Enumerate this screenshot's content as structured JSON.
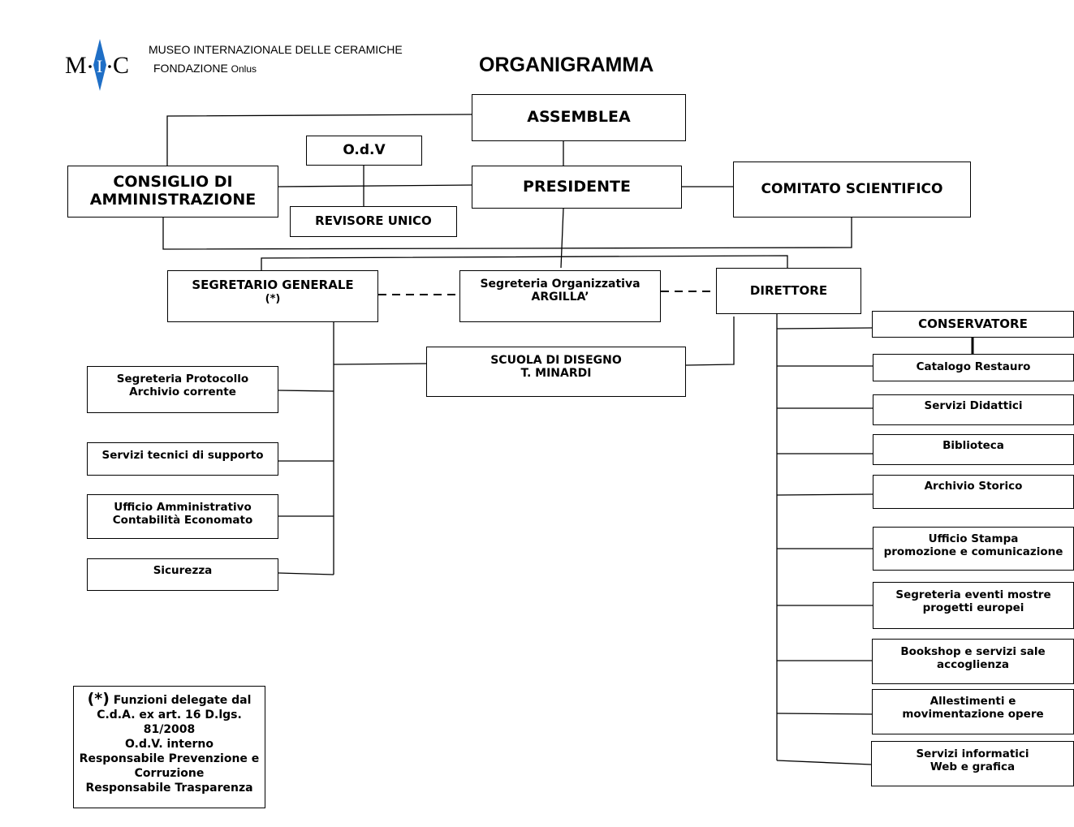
{
  "header": {
    "logo_text": "M·I·C",
    "org_line1": "MUSEO INTERNAZIONALE DELLE CERAMICHE",
    "org_line2": "FONDAZIONE",
    "org_suffix": "Onlus",
    "title": "ORGANIGRAMMA"
  },
  "chart": {
    "assemblea": "ASSEMBLEA",
    "odv": "O.d.V",
    "consiglio": [
      "CONSIGLIO DI",
      "AMMINISTRAZIONE"
    ],
    "presidente": "PRESIDENTE",
    "comitato": "COMITATO SCIENTIFICO",
    "revisore": "REVISORE  UNICO",
    "segretario": [
      "SEGRETARIO  GENERALE",
      "(*)"
    ],
    "segreteria_org": [
      "Segreteria Organizzativa",
      "ARGILLA’"
    ],
    "direttore": "DIRETTORE",
    "scuola": [
      "SCUOLA DI DISEGNO",
      "T. MINARDI"
    ]
  },
  "left_units": [
    [
      "Segreteria  Protocollo",
      "Archivio corrente"
    ],
    [
      "Servizi tecnici di supporto"
    ],
    [
      "Ufficio Amministrativo",
      "Contabilità  Economato"
    ],
    [
      "Sicurezza"
    ]
  ],
  "right_units": {
    "conservatore": "CONSERVATORE",
    "items": [
      [
        "Catalogo  Restauro"
      ],
      [
        "Servizi Didattici"
      ],
      [
        "Biblioteca"
      ],
      [
        "Archivio Storico"
      ],
      [
        "Ufficio Stampa",
        "promozione e comunicazione"
      ],
      [
        "Segreteria eventi  mostre",
        "progetti europei"
      ],
      [
        "Bookshop e servizi sale",
        "accoglienza"
      ],
      [
        "Allestimenti e",
        "movimentazione opere"
      ],
      [
        "Servizi informatici",
        "Web  e grafica"
      ]
    ]
  },
  "footnote": {
    "mark": "(*)",
    "lines": [
      "Funzioni delegate dal",
      "C.d.A. ex art. 16 D.lgs.",
      "81/2008",
      "O.d.V. interno",
      "Responsabile Prevenzione e",
      "Corruzione",
      "Responsabile Trasparenza"
    ]
  },
  "colors": {
    "logo_blue": "#1f6fc6",
    "line": "#000000"
  }
}
